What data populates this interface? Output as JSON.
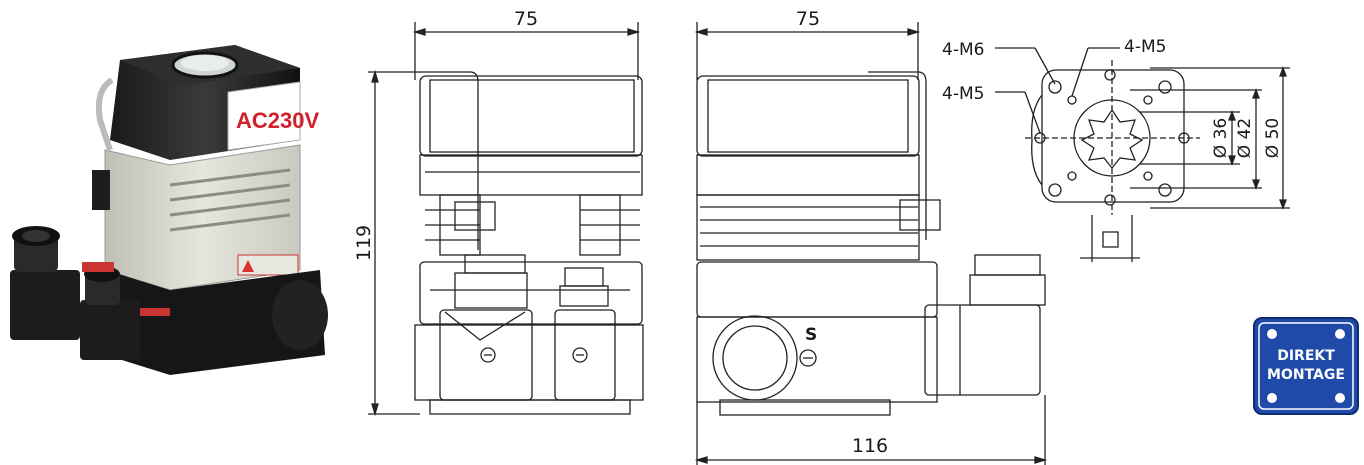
{
  "product_label": "AC230V",
  "views": {
    "side": {
      "width_label": "75",
      "height_label": "119"
    },
    "front": {
      "width_label": "75",
      "bottom_width_label": "116"
    },
    "flange": {
      "callouts": [
        "4-M6",
        "4-M5",
        "4-M5"
      ],
      "diameters": [
        "Ø 36",
        "Ø 42",
        "Ø 50"
      ]
    }
  },
  "badge": {
    "line1": "DIREKT",
    "line2": "MONTAGE",
    "color": "#1f4aa8"
  }
}
